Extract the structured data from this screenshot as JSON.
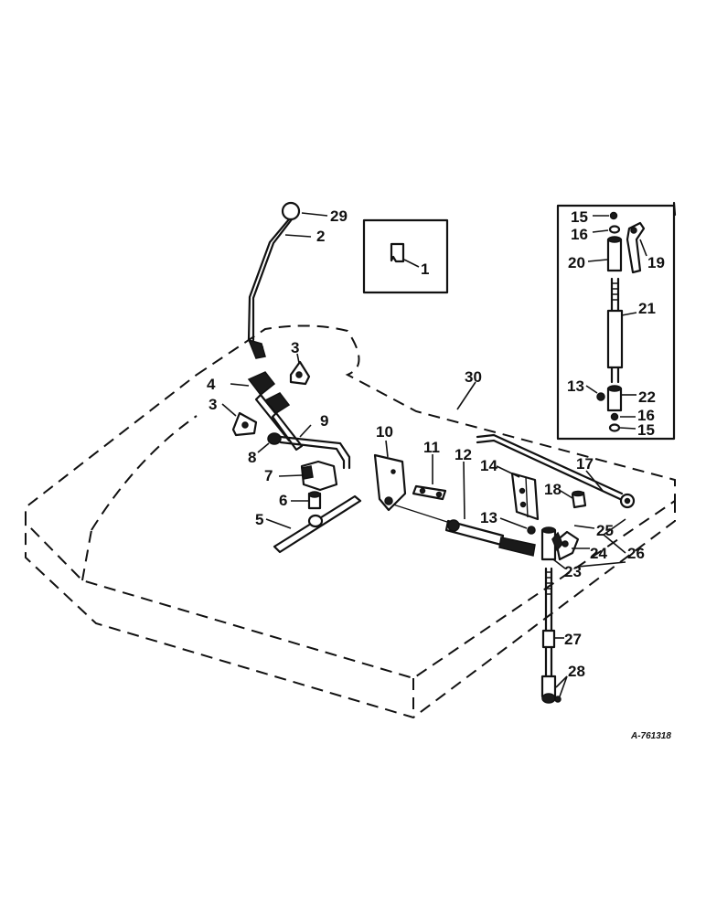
{
  "labels": {
    "p1": "1",
    "p2": "2",
    "p3a": "3",
    "p3b": "3",
    "p4": "4",
    "p5": "5",
    "p6": "6",
    "p7": "7",
    "p8": "8",
    "p9": "9",
    "p10": "10",
    "p11": "11",
    "p12": "12",
    "p13a": "13",
    "p13b": "13",
    "p14": "14",
    "p15a": "15",
    "p15b": "15",
    "p16a": "16",
    "p16b": "16",
    "p17": "17",
    "p18": "18",
    "p19": "19",
    "p20": "20",
    "p21": "21",
    "p22": "22",
    "p23": "23",
    "p24": "24",
    "p25": "25",
    "p26": "26",
    "p27": "27",
    "p28": "28",
    "p29": "29",
    "p30": "30"
  },
  "drawing_code": "A-761318",
  "colors": {
    "ink": "#111111",
    "paper": "#ffffff"
  }
}
